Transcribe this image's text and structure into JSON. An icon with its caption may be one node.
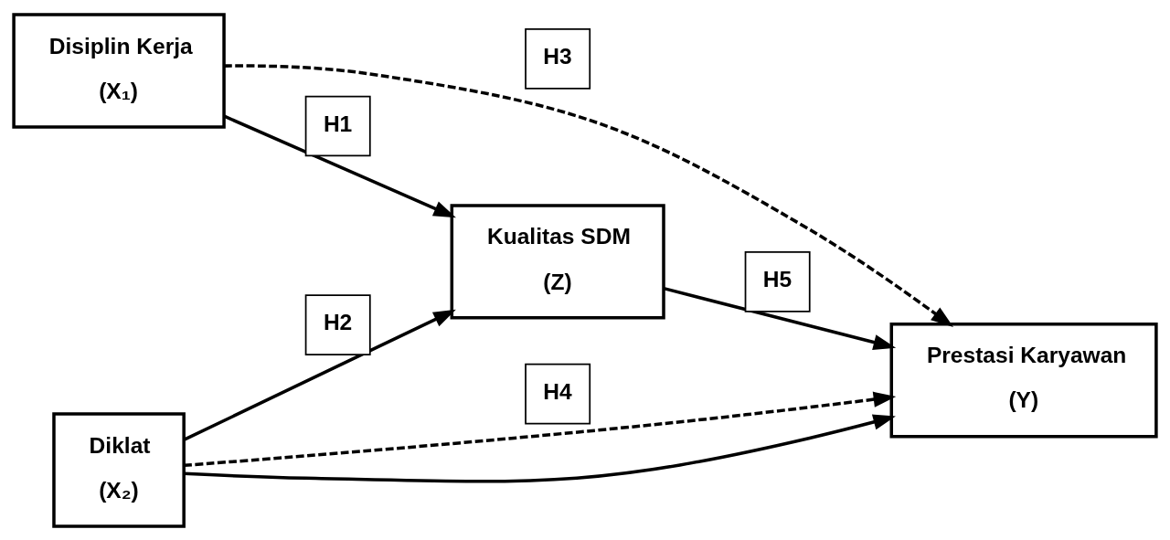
{
  "diagram": {
    "nodes": [
      {
        "text": [
          "Disiplin Kerja",
          "(X₁)"
        ]
      },
      {
        "text": [
          "Diklat",
          "(X₂)"
        ]
      },
      {
        "text": [
          "Kualitas SDM",
          "(Z)"
        ]
      },
      {
        "text": [
          "Prestasi Karyawan",
          "(Y)"
        ]
      }
    ],
    "edges": [
      {
        "from": 0,
        "to": 2,
        "arrow": "to",
        "label": "H1"
      },
      {
        "from": 1,
        "to": 2,
        "arrow": "to",
        "label": "H2"
      },
      {
        "from": 0,
        "to": 3,
        "arrow": "to",
        "label": "H3",
        "style": "dashed"
      },
      {
        "from": 1,
        "to": 3,
        "arrow": "to",
        "label": "H4",
        "style": "dashed"
      },
      {
        "from": 2,
        "to": 3,
        "arrow": "to",
        "label": "H5"
      },
      {
        "from": 1,
        "to": 3,
        "arrow": "to"
      }
    ]
  }
}
